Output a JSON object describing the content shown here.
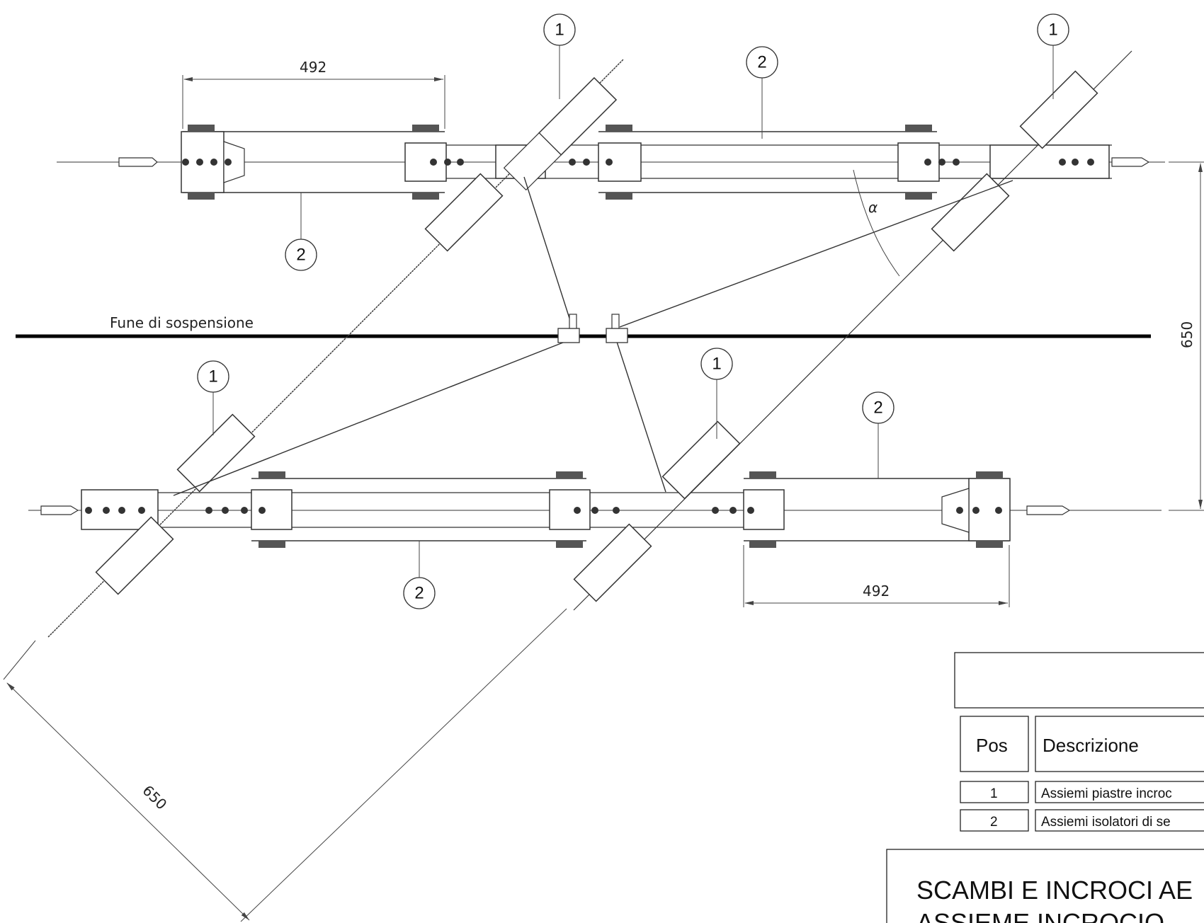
{
  "dimensions": {
    "top_width": "492",
    "bottom_width": "492",
    "vertical": "650",
    "diagonal": "650",
    "angle_symbol": "α"
  },
  "labels": {
    "suspension_cable": "Fune di sospensione"
  },
  "callouts": {
    "one": "1",
    "two": "2"
  },
  "parts_table": {
    "header_pos": "Pos",
    "header_desc": "Descrizione",
    "rows": [
      {
        "pos": "1",
        "desc": "Assiemi piastre incroc"
      },
      {
        "pos": "2",
        "desc": "Assiemi isolatori di se"
      }
    ]
  },
  "title_block": {
    "line1": "SCAMBI E INCROCI AE",
    "line2": "ASSIEME INCROCIO"
  }
}
